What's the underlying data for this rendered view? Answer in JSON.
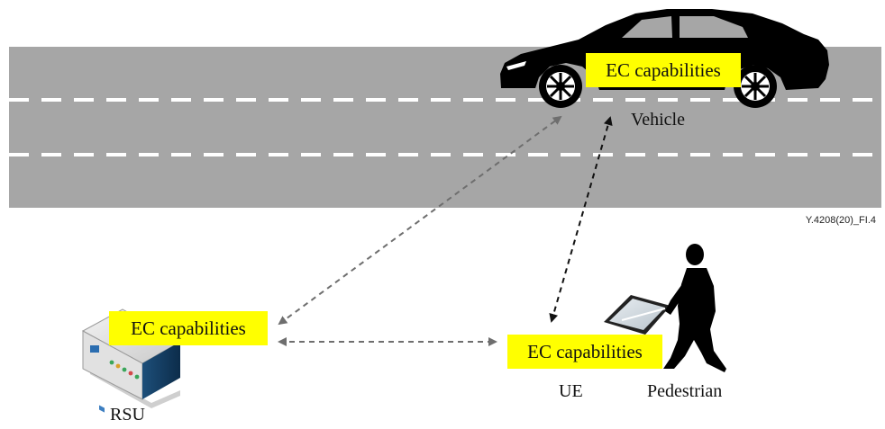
{
  "figure_id": "Y.4208(20)_FI.4",
  "nodes": {
    "vehicle": {
      "label": "Vehicle",
      "box": "EC capabilities"
    },
    "rsu": {
      "label": "RSU",
      "box": "EC capabilities"
    },
    "ue": {
      "label": "UE",
      "box": "EC capabilities"
    },
    "pedestrian": {
      "label": "Pedestrian"
    }
  },
  "links": [
    {
      "from": "rsu",
      "to": "vehicle",
      "style": "dashed",
      "color": "#6e6e6e"
    },
    {
      "from": "rsu",
      "to": "ue",
      "style": "dashed",
      "color": "#6e6e6e"
    },
    {
      "from": "ue",
      "to": "vehicle",
      "style": "dashed",
      "color": "#111111"
    }
  ],
  "colors": {
    "road": "#a6a6a6",
    "lane_marking": "#ffffff",
    "box": "#ffff00",
    "silhouette": "#000000"
  }
}
